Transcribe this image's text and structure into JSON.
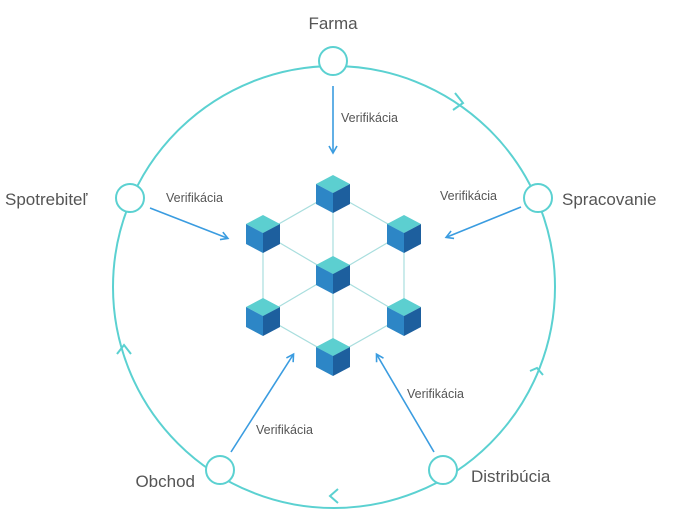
{
  "diagram": {
    "colors": {
      "cycle": "#5bd1d1",
      "arrow": "#3a9ce0",
      "text": "#555555",
      "cube_top": "#5ccfd0",
      "cube_left": "#2d86c6",
      "cube_right": "#1d5f9e",
      "network_line": "#a9dede"
    },
    "nodes": {
      "farma": "Farma",
      "spracovanie": "Spracovanie",
      "distribucia": "Distribúcia",
      "obchod": "Obchod",
      "spotrebitel": "Spotrebiteľ"
    },
    "verification_label": "Verifikácia",
    "verifications": [
      {
        "from": "Farma",
        "label": "Verifikácia"
      },
      {
        "from": "Spracovanie",
        "label": "Verifikácia"
      },
      {
        "from": "Distribúcia",
        "label": "Verifikácia"
      },
      {
        "from": "Obchod",
        "label": "Verifikácia"
      },
      {
        "from": "Spotrebiteľ",
        "label": "Verifikácia"
      }
    ],
    "blockchain": {
      "icon": "blockchain-network-icon",
      "blocks": 7
    }
  }
}
